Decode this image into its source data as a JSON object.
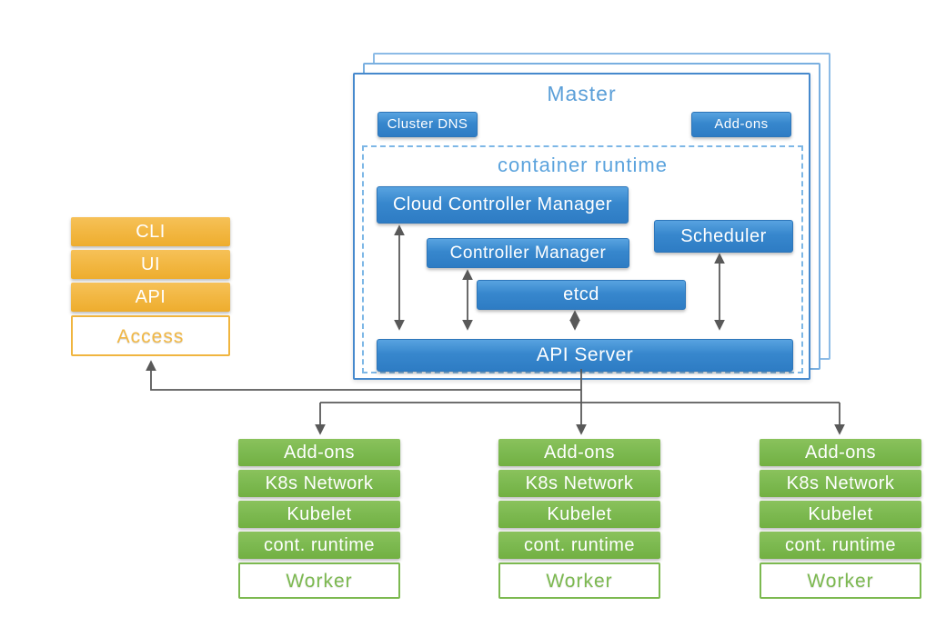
{
  "master": {
    "title": "Master",
    "buttons": {
      "cluster_dns": "Cluster DNS",
      "addons": "Add-ons"
    },
    "container_runtime": {
      "title": "container runtime",
      "cloud_controller_manager": "Cloud Controller Manager",
      "controller_manager": "Controller Manager",
      "etcd": "etcd",
      "scheduler": "Scheduler",
      "api_server": "API Server"
    }
  },
  "access": {
    "items": [
      "CLI",
      "UI",
      "API"
    ],
    "label": "Access"
  },
  "workers": [
    {
      "items": [
        "Add-ons",
        "K8s Network",
        "Kubelet",
        "cont. runtime"
      ],
      "label": "Worker"
    },
    {
      "items": [
        "Add-ons",
        "K8s Network",
        "Kubelet",
        "cont. runtime"
      ],
      "label": "Worker"
    },
    {
      "items": [
        "Add-ons",
        "K8s Network",
        "Kubelet",
        "cont. runtime"
      ],
      "label": "Worker"
    }
  ],
  "colors": {
    "component_blue": "#3787cd",
    "label_blue": "#5b9fd8",
    "access_orange": "#f0b53f",
    "worker_green": "#7cb950",
    "arrow_gray": "#595959"
  }
}
